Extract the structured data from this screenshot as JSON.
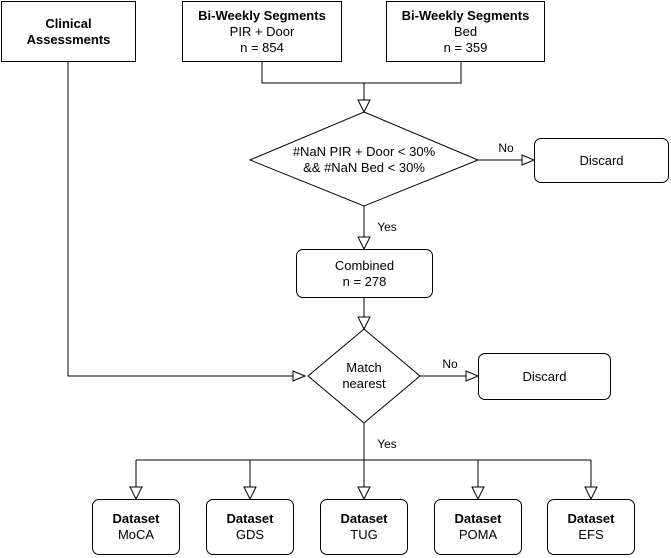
{
  "nodes": {
    "clinical": {
      "title": "Clinical Assessments"
    },
    "seg_pir": {
      "title": "Bi-Weekly Segments",
      "line1": "PIR + Door",
      "line2": "n = 854"
    },
    "seg_bed": {
      "title": "Bi-Weekly Segments",
      "line1": "Bed",
      "line2": "n = 359"
    },
    "filter": {
      "line1": "#NaN PIR + Door < 30%",
      "line2": "&& #NaN Bed < 30%"
    },
    "discard1": {
      "label": "Discard"
    },
    "combined": {
      "line1": "Combined",
      "line2": "n = 278"
    },
    "match": {
      "line1": "Match",
      "line2": "nearest"
    },
    "discard2": {
      "label": "Discard"
    },
    "datasets": [
      {
        "title": "Dataset",
        "name": "MoCA"
      },
      {
        "title": "Dataset",
        "name": "GDS"
      },
      {
        "title": "Dataset",
        "name": "TUG"
      },
      {
        "title": "Dataset",
        "name": "POMA"
      },
      {
        "title": "Dataset",
        "name": "EFS"
      }
    ]
  },
  "edge_labels": {
    "filter_no": "No",
    "filter_yes": "Yes",
    "match_no": "No",
    "match_yes": "Yes"
  }
}
